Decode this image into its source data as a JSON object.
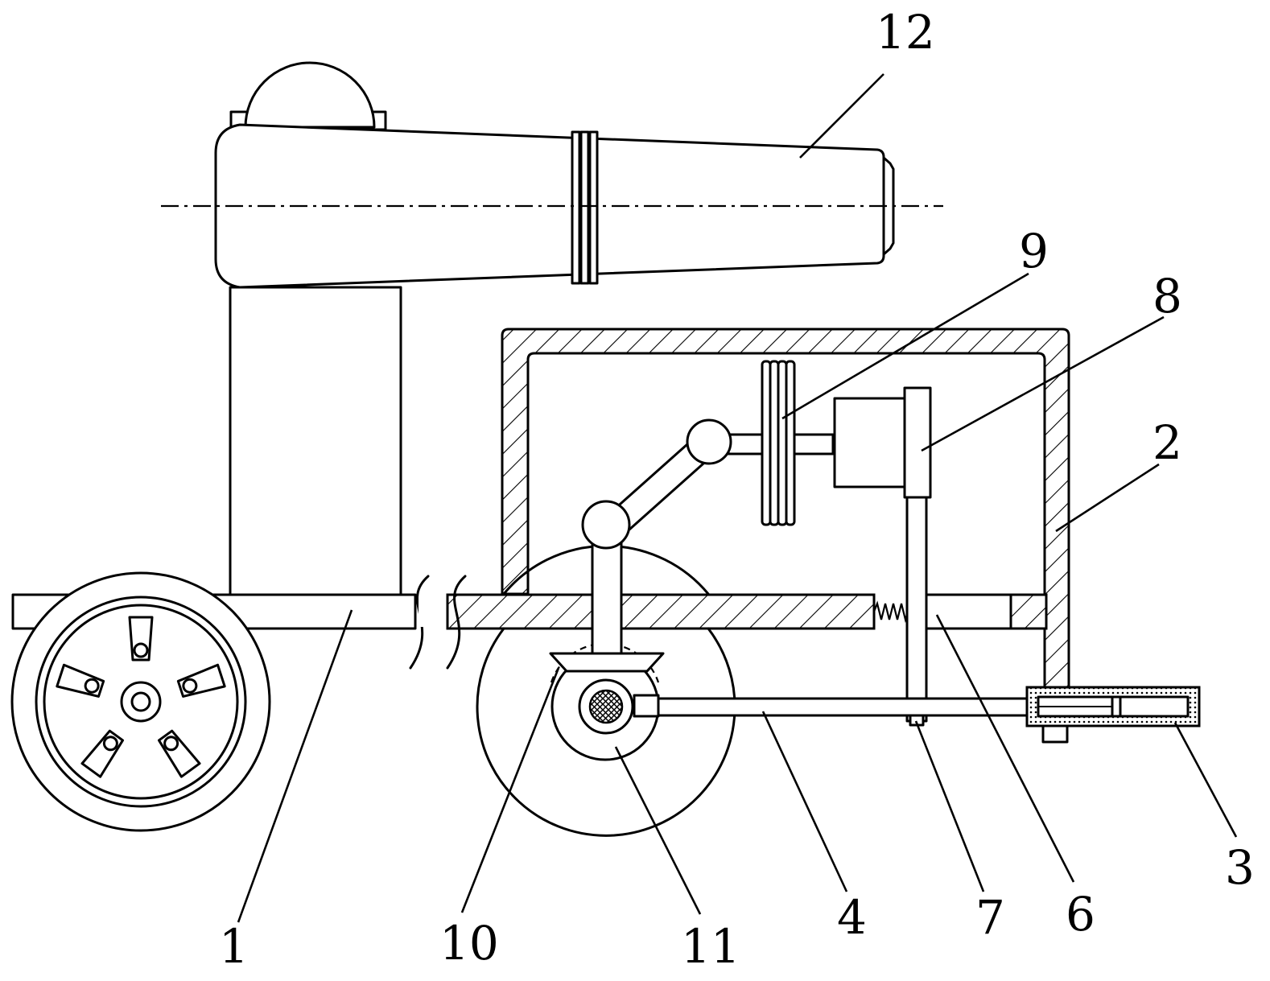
{
  "callouts": {
    "c1": "1",
    "c2": "2",
    "c3": "3",
    "c4": "4",
    "c6": "6",
    "c7": "7",
    "c8": "8",
    "c9": "9",
    "c10": "10",
    "c11": "11",
    "c12": "12"
  }
}
